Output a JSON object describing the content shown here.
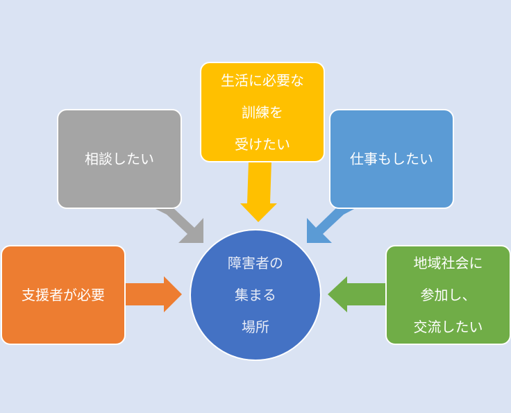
{
  "center": {
    "lines": [
      "障害者の",
      "集まる",
      "場所"
    ],
    "color": "#4472c4"
  },
  "nodes": {
    "consult": {
      "lines": [
        "相談したい"
      ],
      "color": "#a5a5a5"
    },
    "training": {
      "lines": [
        "生活に必要な",
        "訓練を",
        "受けたい"
      ],
      "color": "#ffc000"
    },
    "work": {
      "lines": [
        "仕事もしたい"
      ],
      "color": "#5b9bd5"
    },
    "supporter": {
      "lines": [
        "支援者が必要"
      ],
      "color": "#ed7d31"
    },
    "community": {
      "lines": [
        "地域社会に",
        "参加し、",
        "交流したい"
      ],
      "color": "#70ad47"
    }
  },
  "background": "#dae3f3"
}
